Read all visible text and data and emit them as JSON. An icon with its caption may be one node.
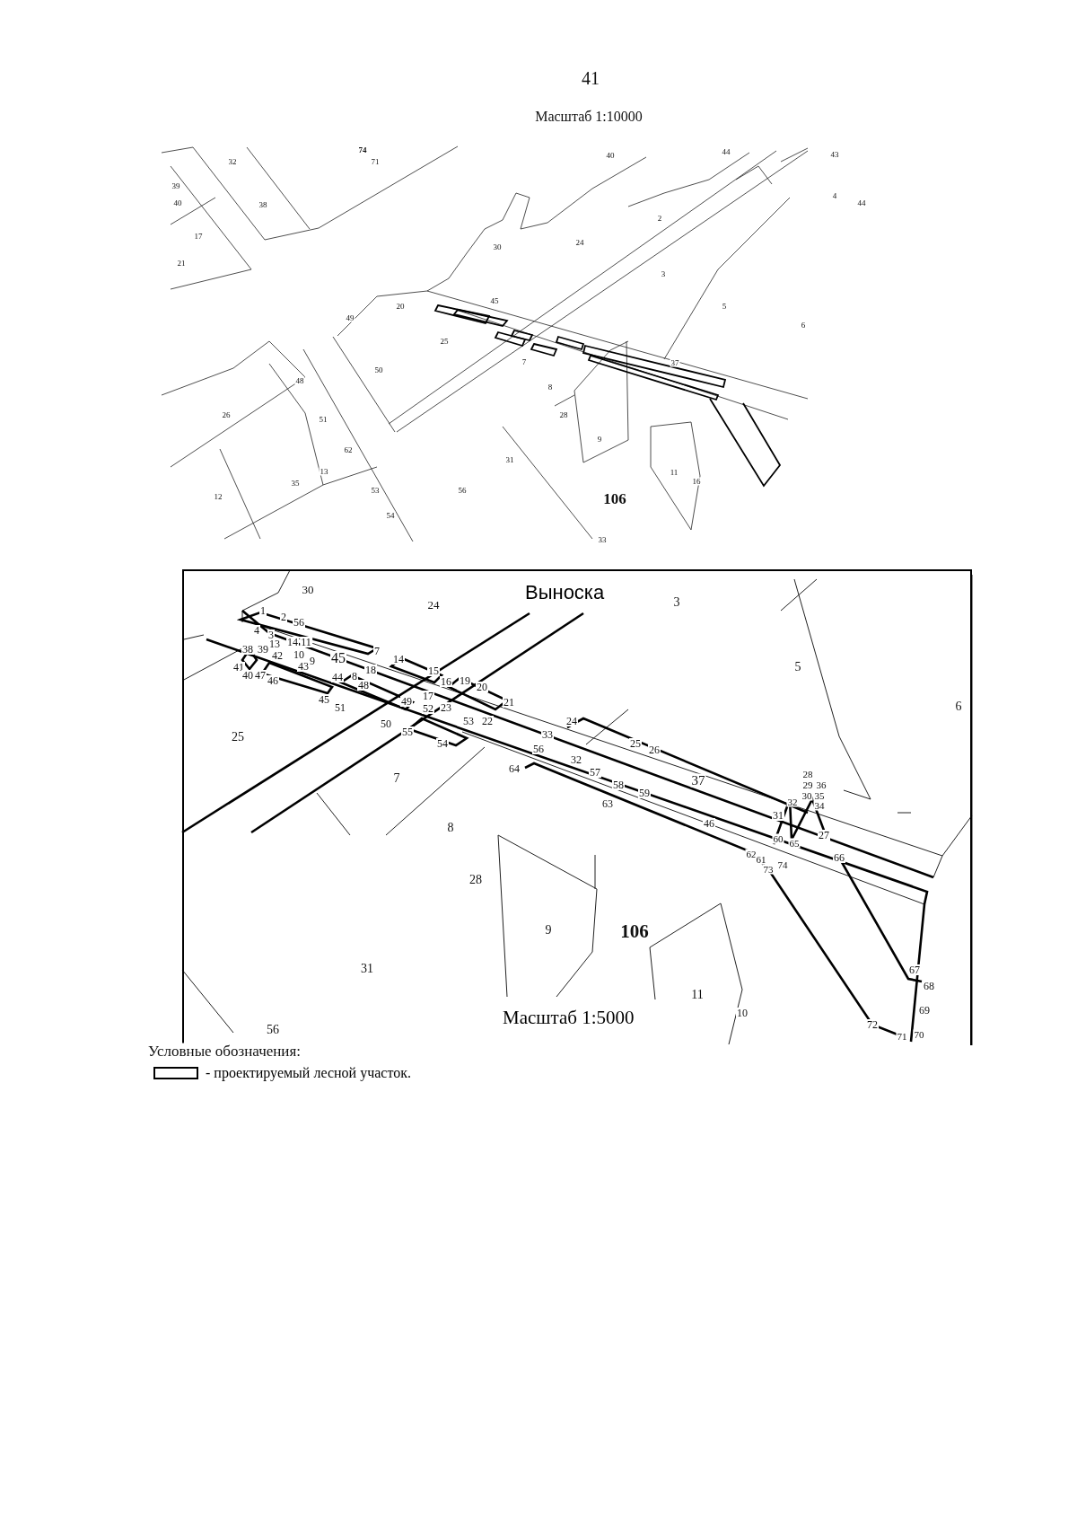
{
  "diagram": {
    "nodes": [
      {
        "text": [
          "Выноска",
          "Масштаб 1:5000"
        ]
      }
    ],
    "labels": [
      "41",
      "Масштаб 1:10000",
      "74",
      "71",
      "32",
      "38",
      "39",
      "40",
      "17",
      "21",
      "40",
      "44",
      "43",
      "4",
      "44",
      "2",
      "24",
      "30",
      "3",
      "5",
      "6",
      "20",
      "49",
      "25",
      "45",
      "7",
      "8",
      "37",
      "28",
      "9",
      "50",
      "26",
      "48",
      "51",
      "62",
      "13",
      "35",
      "12",
      "53",
      "54",
      "56",
      "31",
      "11",
      "16",
      "106",
      "33",
      "30",
      "24",
      "1",
      "2",
      "56",
      "4",
      "3",
      "14",
      "11",
      "38",
      "39",
      "13",
      "42",
      "10",
      "9",
      "45",
      "7",
      "41",
      "40",
      "47",
      "46",
      "43",
      "8",
      "18",
      "14",
      "44",
      "48",
      "15",
      "16",
      "19",
      "20",
      "45",
      "51",
      "49",
      "17",
      "52",
      "23",
      "21",
      "22",
      "50",
      "55",
      "53",
      "54",
      "25",
      "24",
      "33",
      "56",
      "32",
      "64",
      "57",
      "63",
      "7",
      "8",
      "3",
      "5",
      "6",
      "25",
      "26",
      "37",
      "58",
      "59",
      "28",
      "29",
      "36",
      "30",
      "35",
      "32",
      "34",
      "31",
      "46",
      "27",
      "60",
      "65",
      "62",
      "61",
      "73",
      "74",
      "66",
      "67",
      "68",
      "69",
      "70",
      "71",
      "72",
      "9",
      "106",
      "11",
      "10",
      "28",
      "31",
      "56",
      "Условные обозначения:"
    ],
    "legend": [
      {
        "text": "- проектируемый лесной участок."
      }
    ]
  }
}
